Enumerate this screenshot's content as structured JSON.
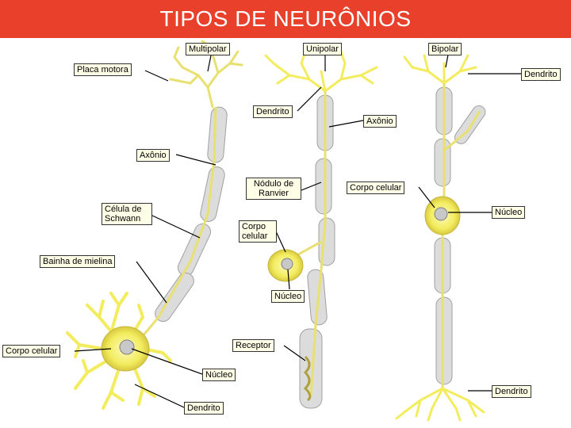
{
  "title": "TIPOS DE NEURÔNIOS",
  "colors": {
    "title_bg": "#e8402a",
    "neuron_yellow": "#f2ec5e",
    "myelin_gray": "#d8d8d8",
    "axon_yellow": "#e8e070",
    "nucleus": "#c8c8c8"
  },
  "labels": {
    "multipolar": "Multipolar",
    "unipolar": "Unipolar",
    "bipolar": "Bipolar",
    "placa_motora": "Placa motora",
    "dendrito_top_right": "Dendrito",
    "dendrito_mid": "Dendrito",
    "axonio_mid": "Axônio",
    "axonio_left": "Axônio",
    "nodulo_ranvier": "Nódulo de Ranvier",
    "corpo_celular_right": "Corpo celular",
    "celula_schwann": "Célula de Schwann",
    "corpo_celular_mid": "Corpo celular",
    "nucleo_right": "Núcleo",
    "bainha_mielina": "Bainha de mielina",
    "nucleo_mid": "Núcleo",
    "receptor": "Receptor",
    "corpo_celular_left": "Corpo celular",
    "nucleo_left": "Núcleo",
    "dendrito_bottom_right": "Dendrito",
    "dendrito_bottom_left": "Dendrito"
  }
}
